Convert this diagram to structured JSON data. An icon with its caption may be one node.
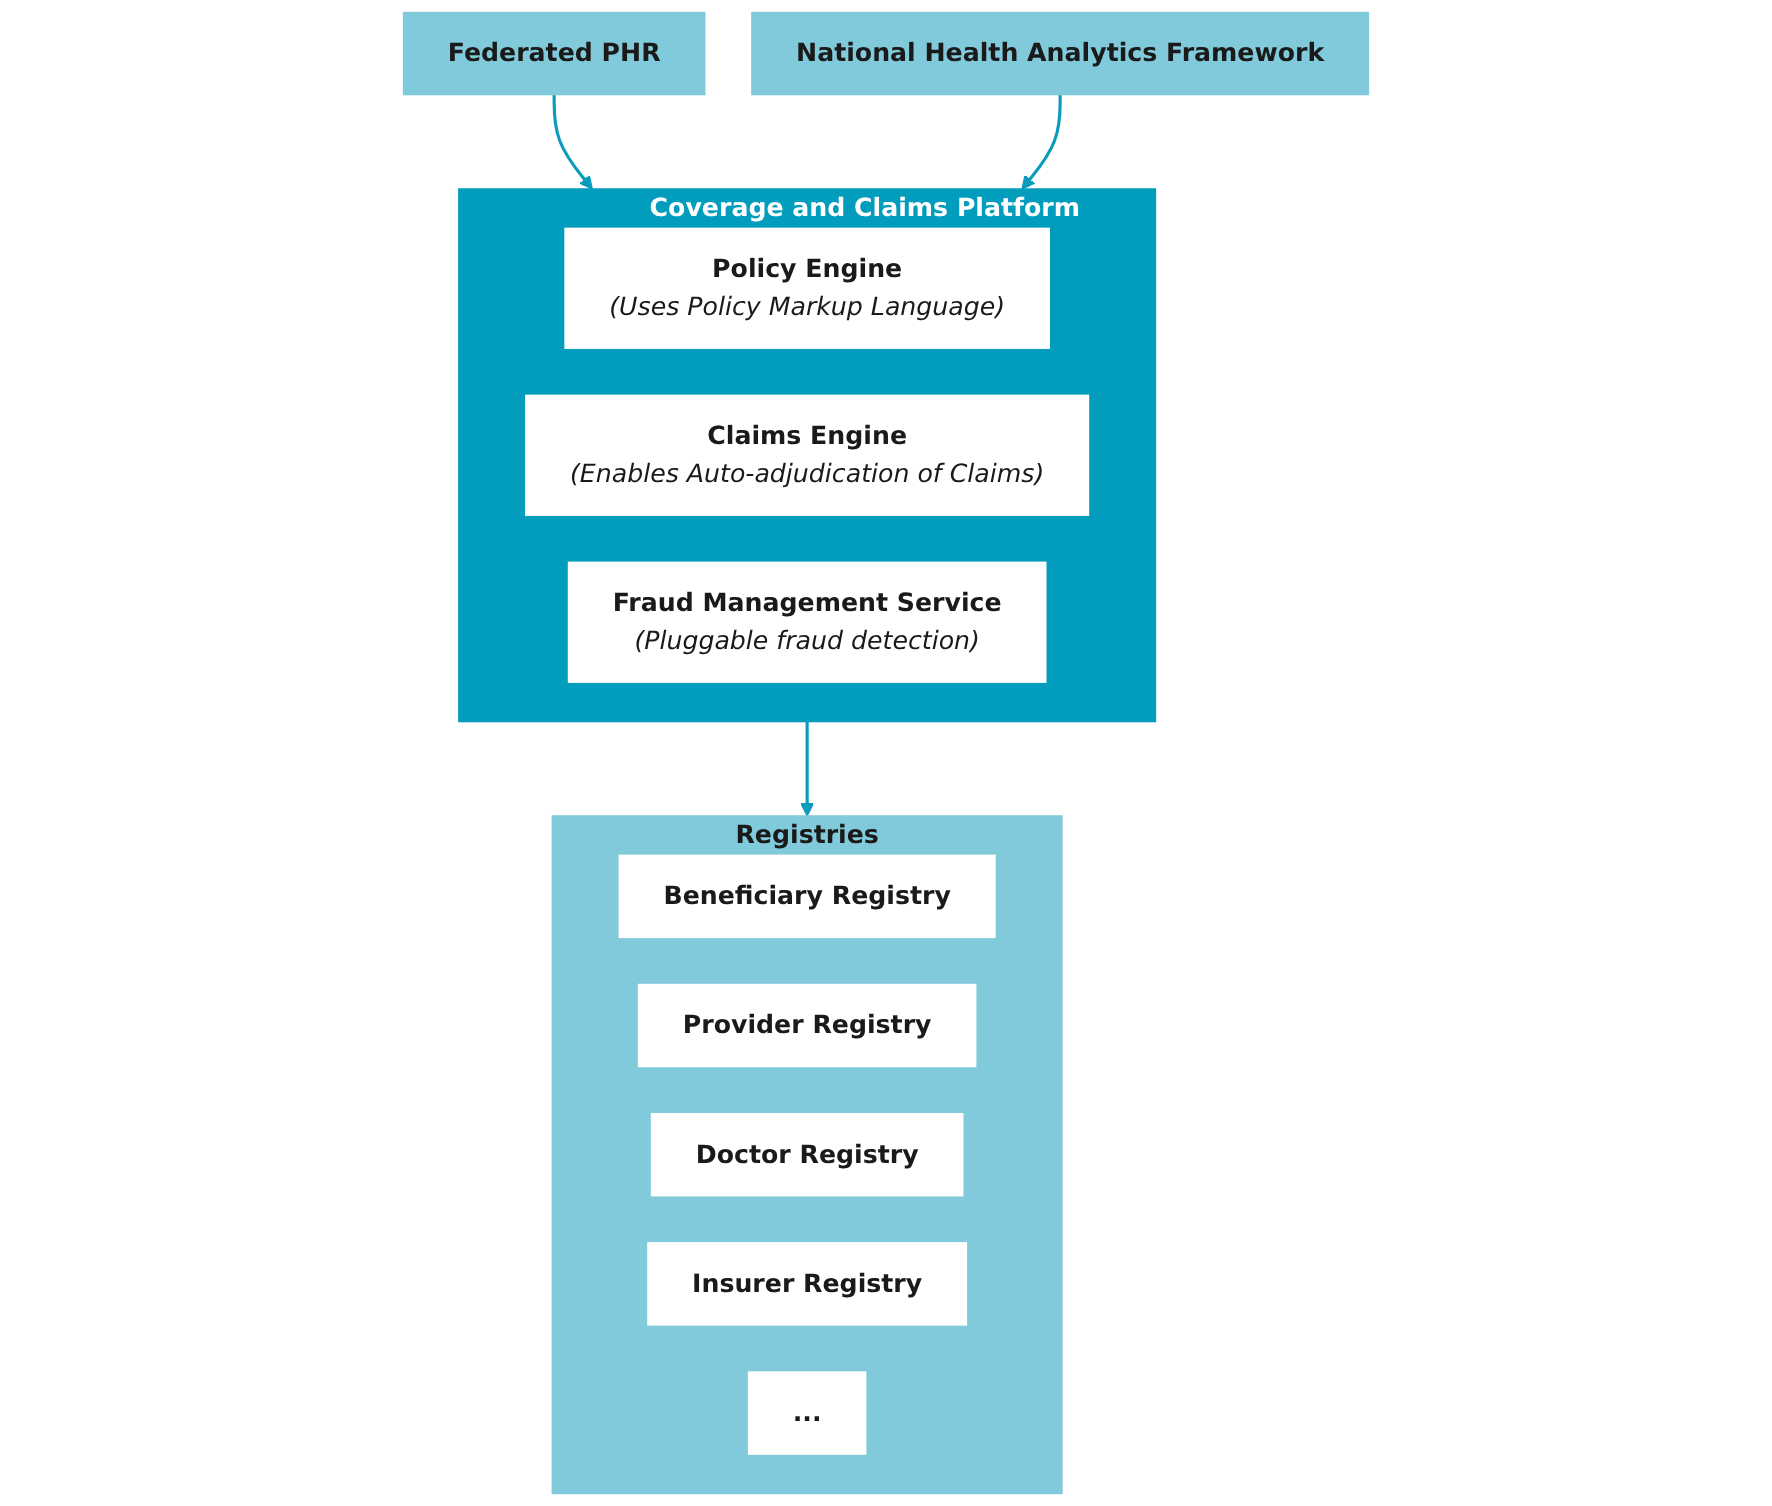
{
  "diagram": {
    "nodes": [
      {
        "text": [
          "Coverage and Claims Platform"
        ]
      },
      {
        "text": [
          "Policy Engine",
          "(Uses Policy Markup Language)"
        ],
        "in": 0
      },
      {
        "text": [
          "Claims Engine",
          "(Enables Auto-adjudication of Claims)"
        ],
        "in": 0
      },
      {
        "text": [
          "Fraud Management Service",
          "(Pluggable fraud detection)"
        ],
        "in": 0
      },
      {
        "text": [
          "Federated PHR"
        ]
      },
      {
        "text": [
          "National Health Analytics Framework"
        ]
      },
      {
        "text": [
          "Registries"
        ]
      },
      {
        "text": [
          "Beneficiary Registry"
        ],
        "in": 6
      },
      {
        "text": [
          "Provider Registry"
        ],
        "in": 6
      },
      {
        "text": [
          "Doctor Registry"
        ],
        "in": 6
      },
      {
        "text": [
          "Insurer Registry"
        ],
        "in": 6
      },
      {
        "text": [
          "..."
        ],
        "in": 6
      }
    ],
    "edges": [
      {
        "from": 4,
        "to": 0,
        "arrow": "to"
      },
      {
        "from": 5,
        "to": 0,
        "arrow": "to"
      },
      {
        "from": 0,
        "to": 6,
        "arrow": "to"
      }
    ]
  }
}
